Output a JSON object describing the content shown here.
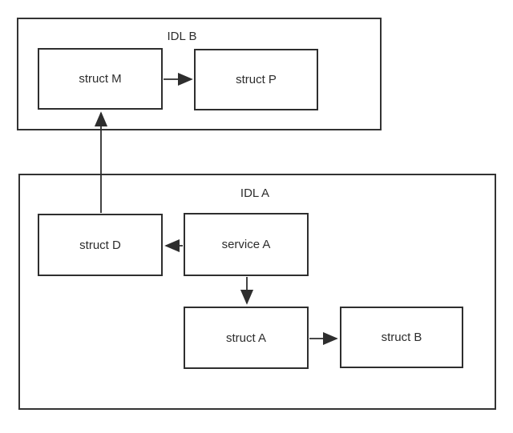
{
  "diagram": {
    "background_color": "#ffffff",
    "stroke_color": "#2e2e2e",
    "text_color": "#2d2d2d",
    "containers": [
      {
        "id": "idl-b",
        "label": "IDL B"
      },
      {
        "id": "idl-a",
        "label": "IDL A"
      }
    ],
    "nodes": [
      {
        "id": "struct-m",
        "label": "struct M",
        "container": "IDL B"
      },
      {
        "id": "struct-p",
        "label": "struct P",
        "container": "IDL B"
      },
      {
        "id": "struct-d",
        "label": "struct D",
        "container": "IDL A"
      },
      {
        "id": "service-a",
        "label": "service A",
        "container": "IDL A"
      },
      {
        "id": "struct-a",
        "label": "struct A",
        "container": "IDL A"
      },
      {
        "id": "struct-b",
        "label": "struct B",
        "container": "IDL A"
      }
    ],
    "edges": [
      {
        "from": "struct M",
        "to": "struct P",
        "direction": "right"
      },
      {
        "from": "struct D",
        "to": "struct M",
        "direction": "up"
      },
      {
        "from": "service A",
        "to": "struct D",
        "direction": "left"
      },
      {
        "from": "service A",
        "to": "struct A",
        "direction": "down"
      },
      {
        "from": "struct A",
        "to": "struct B",
        "direction": "right"
      }
    ]
  }
}
